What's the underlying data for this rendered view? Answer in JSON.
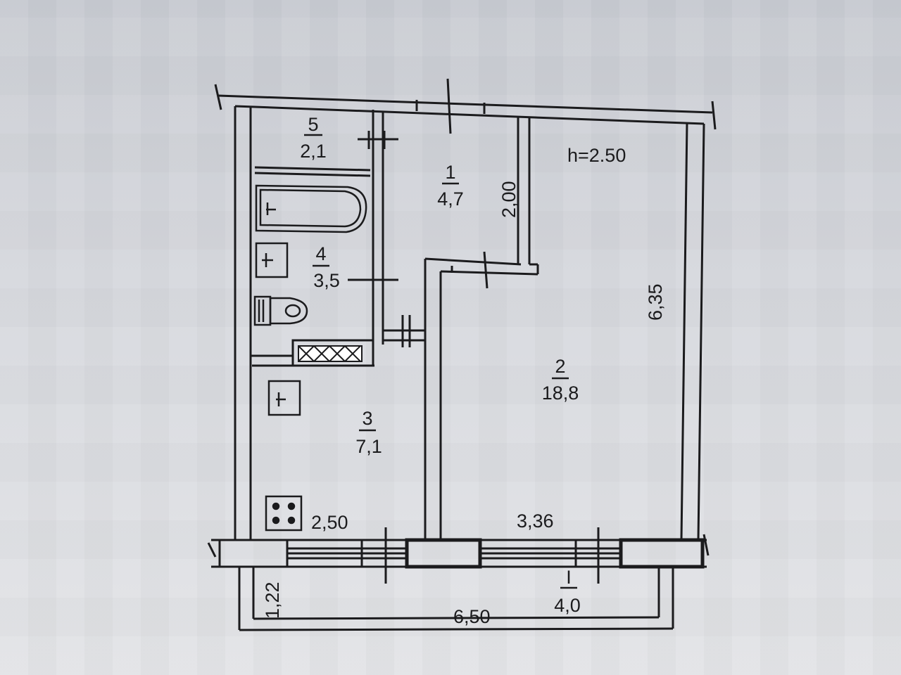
{
  "height_label": "h=2.50",
  "rooms": [
    {
      "number": "1",
      "area": "4,7"
    },
    {
      "number": "2",
      "area": "18,8"
    },
    {
      "number": "3",
      "area": "7,1"
    },
    {
      "number": "4",
      "area": "3,5"
    },
    {
      "number": "5",
      "area": "2,1"
    },
    {
      "number": "I",
      "area": "4,0"
    }
  ],
  "dimensions": {
    "corridor_width": "2,00",
    "room_depth": "6,35",
    "kitchen_width": "2,50",
    "room_width": "3,36",
    "balcony_length": "6,50",
    "balcony_depth": "1,22"
  },
  "colors": {
    "ink": "#1b1b1d",
    "wall_fill": "#eef0f3"
  }
}
